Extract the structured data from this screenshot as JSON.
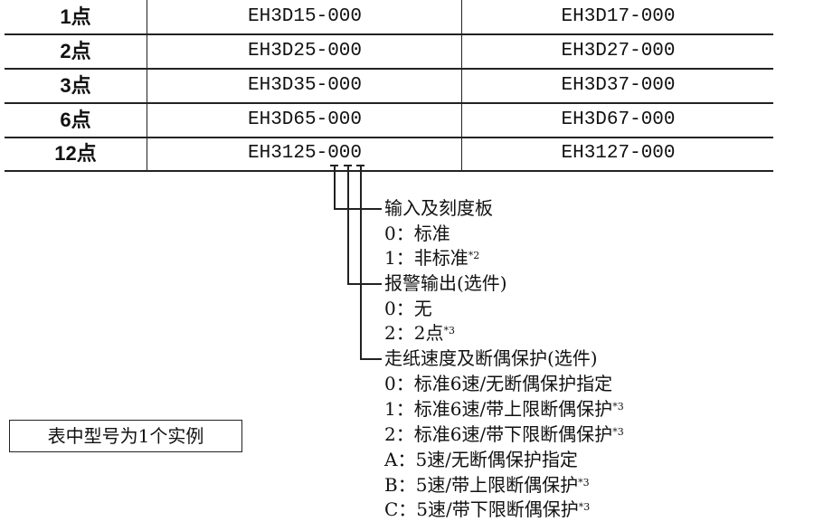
{
  "table": {
    "rows": [
      {
        "points": "1点",
        "model_a": "EH3D15-000",
        "model_b": "EH3D17-000"
      },
      {
        "points": "2点",
        "model_a": "EH3D25-000",
        "model_b": "EH3D27-000"
      },
      {
        "points": "3点",
        "model_a": "EH3D35-000",
        "model_b": "EH3D37-000"
      },
      {
        "points": "6点",
        "model_a": "EH3D65-000",
        "model_b": "EH3D67-000"
      },
      {
        "points": "12点",
        "model_a": "EH3125-000",
        "model_b": "EH3127-000"
      }
    ]
  },
  "legend": [
    {
      "text": "输入及刻度板",
      "sup": ""
    },
    {
      "text": "0：标准",
      "sup": ""
    },
    {
      "text": "1：非标准",
      "sup": "*2"
    },
    {
      "text": "报警输出(选件)",
      "sup": ""
    },
    {
      "text": "0：无",
      "sup": ""
    },
    {
      "text": "2：2点",
      "sup": "*3"
    },
    {
      "text": "走纸速度及断偶保护(选件)",
      "sup": ""
    },
    {
      "text": "0：标准6速/无断偶保护指定",
      "sup": ""
    },
    {
      "text": "1：标准6速/带上限断偶保护",
      "sup": "*3"
    },
    {
      "text": "2：标准6速/带下限断偶保护",
      "sup": "*3"
    },
    {
      "text": "A：5速/无断偶保护指定",
      "sup": ""
    },
    {
      "text": "B：5速/带上限断偶保护",
      "sup": "*3"
    },
    {
      "text": "C：5速/带下限断偶保护",
      "sup": "*3"
    }
  ],
  "note_box": "表中型号为1个实例"
}
